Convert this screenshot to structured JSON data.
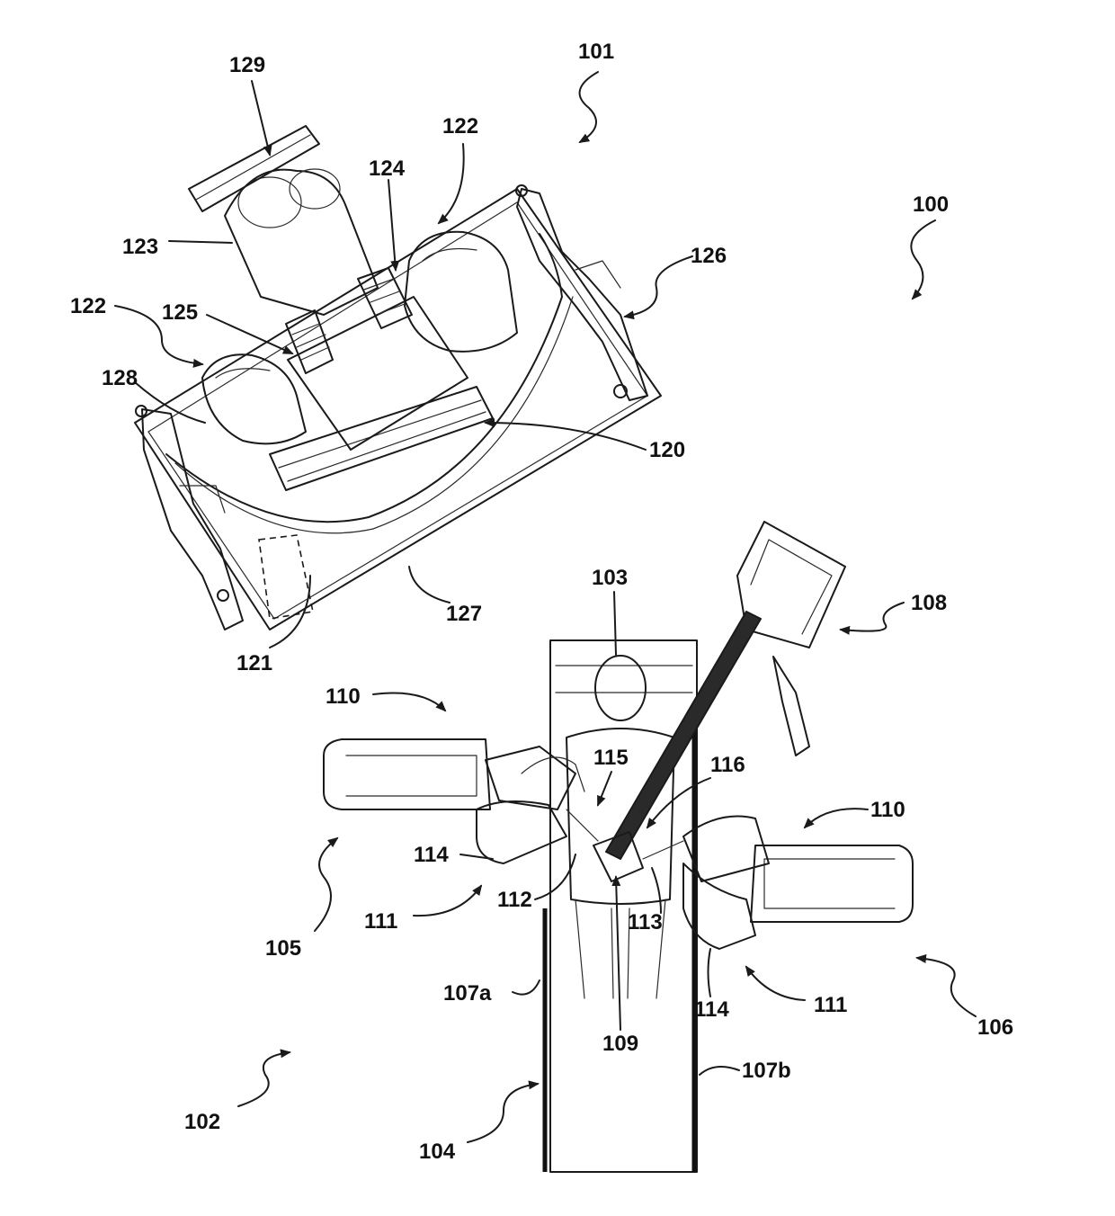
{
  "labels": {
    "l100": "100",
    "l101": "101",
    "l102": "102",
    "l103": "103",
    "l104": "104",
    "l105": "105",
    "l106": "106",
    "l107a": "107a",
    "l107b": "107b",
    "l108": "108",
    "l109": "109",
    "l110_left": "110",
    "l110_right": "110",
    "l111_left": "111",
    "l111_right": "111",
    "l112": "112",
    "l113": "113",
    "l114_left": "114",
    "l114_right": "114",
    "l115": "115",
    "l116": "116",
    "l120": "120",
    "l121": "121",
    "l122_top": "122",
    "l122_left": "122",
    "l123": "123",
    "l124": "124",
    "l125": "125",
    "l126": "126",
    "l127": "127",
    "l128": "128",
    "l129": "129"
  }
}
